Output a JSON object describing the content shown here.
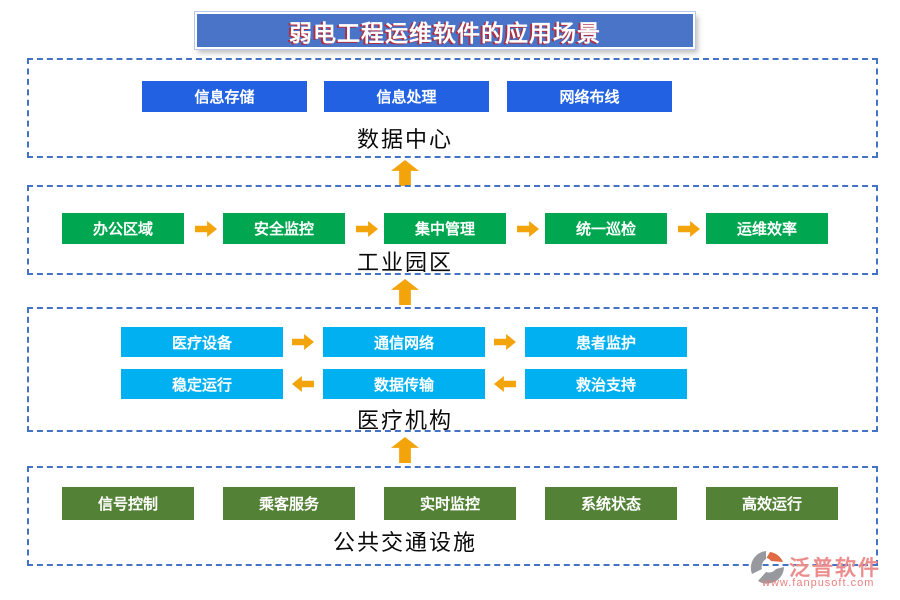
{
  "title": {
    "text": "弱电工程运维软件的应用场景"
  },
  "colors": {
    "title_bg": "#4a74c8",
    "section_border": "#4472c4",
    "node_blue": "#2262e2",
    "node_green": "#00a750",
    "node_cyan": "#00b0f0",
    "node_olive": "#538135",
    "arrow_gold": "#f3a40b",
    "logo_text": "#ec8d8d"
  },
  "sections": [
    {
      "label": "数据中心",
      "rows": [
        {
          "items": [
            "信息存储",
            "信息处理",
            "网络布线"
          ],
          "arrow_direction": "none"
        }
      ]
    },
    {
      "label": "工业园区",
      "rows": [
        {
          "items": [
            "办公区域",
            "安全监控",
            "集中管理",
            "统一巡检",
            "运维效率"
          ],
          "arrow_direction": "right"
        }
      ]
    },
    {
      "label": "医疗机构",
      "rows": [
        {
          "items": [
            "医疗设备",
            "通信网络",
            "患者监护"
          ],
          "arrow_direction": "right"
        },
        {
          "items": [
            "稳定运行",
            "数据传输",
            "救治支持"
          ],
          "arrow_direction": "left"
        }
      ]
    },
    {
      "label": "公共交通设施",
      "rows": [
        {
          "items": [
            "信号控制",
            "乘客服务",
            "实时监控",
            "系统状态",
            "高效运行"
          ],
          "arrow_direction": "none"
        }
      ]
    }
  ],
  "logo": {
    "brand": "泛普软件",
    "url": "www.fanpusoft.com"
  }
}
